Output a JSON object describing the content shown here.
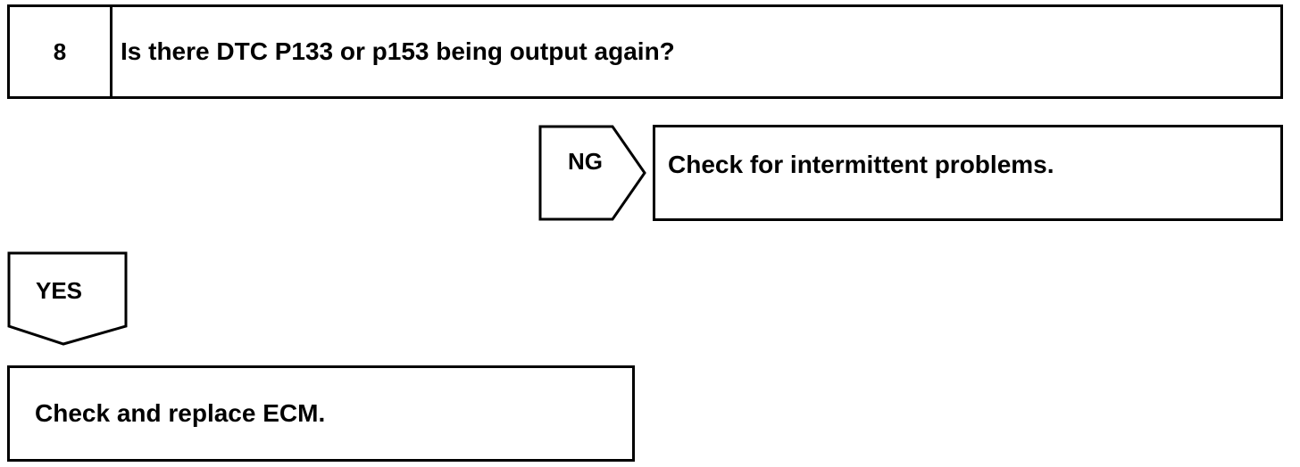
{
  "step": {
    "number": "8",
    "question": "Is there DTC P133 or p153 being output again?"
  },
  "ng_branch": {
    "label": "NG",
    "result": "Check for intermittent problems."
  },
  "yes_branch": {
    "label": "YES",
    "result": "Check and replace ECM."
  }
}
